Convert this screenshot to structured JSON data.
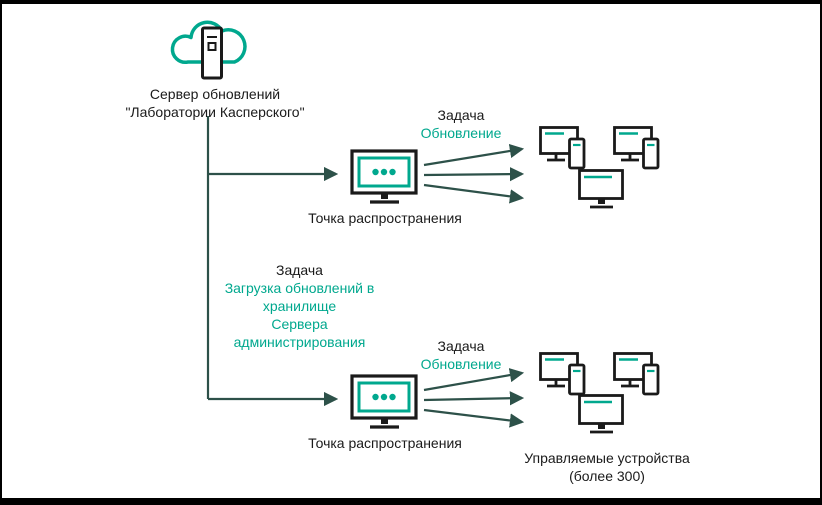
{
  "colors": {
    "teal": "#00A88E",
    "line": "#2D5149",
    "text": "#1A1A1A"
  },
  "nodes": {
    "update_server": {
      "line1": "Сервер обновлений",
      "line2": "\"Лаборатории Касперского\""
    },
    "distribution_point_1": {
      "label": "Точка распространения"
    },
    "distribution_point_2": {
      "label": "Точка распространения"
    },
    "managed_devices": {
      "line1": "Управляемые устройства",
      "line2": "(более 300)"
    }
  },
  "tasks": {
    "update_1": {
      "title": "Задача",
      "name": "Обновление"
    },
    "update_2": {
      "title": "Задача",
      "name": "Обновление"
    },
    "download": {
      "title": "Задача",
      "line1": "Загрузка обновлений в",
      "line2": "хранилище",
      "line3": "Сервера",
      "line4": "администрирования"
    }
  }
}
